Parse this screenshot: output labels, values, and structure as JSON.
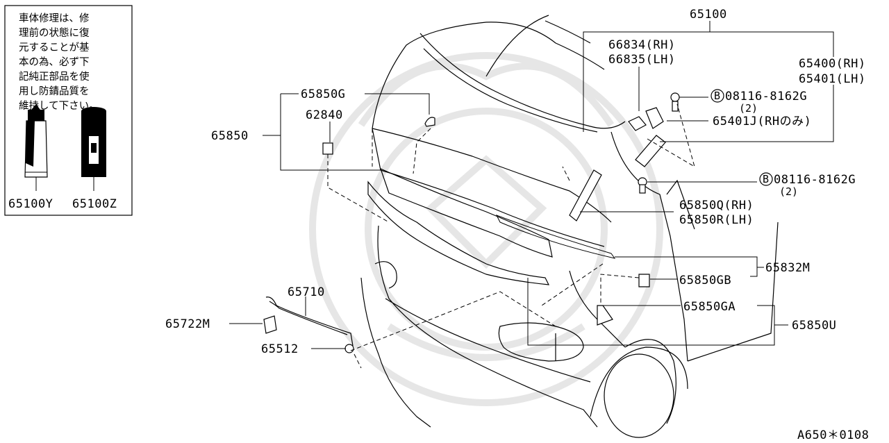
{
  "notice": {
    "lines": [
      "車体修理は、修",
      "理前の状態に復",
      "元することが基",
      "本の為、必ず下",
      "記純正部品を使",
      "用し防錆品質を",
      "維持して下さい。"
    ],
    "tube_label": "65100Y",
    "can_label": "65100Z"
  },
  "labels": {
    "p65100": "65100",
    "p66834": "66834(RH)",
    "p66835": "66835(LH)",
    "p65400": "65400(RH)",
    "p65401": "65401(LH)",
    "bolt1_num": "08116-8162G",
    "bolt1_qty": "(2)",
    "p65401j": "65401J(RHのみ)",
    "bolt2_num": "08116-8162G",
    "bolt2_qty": "(2)",
    "bolt_badge": "B",
    "p65850g": "65850G",
    "p62840": "62840",
    "p65850": "65850",
    "p65850q": "65850Q(RH)",
    "p65850r": "65850R(LH)",
    "p65832m": "65832M",
    "p65850gb": "65850GB",
    "p65850ga": "65850GA",
    "p65850u": "65850U",
    "p65710": "65710",
    "p65722m": "65722M",
    "p65512": "65512"
  },
  "footer_code": "A650＊0108"
}
